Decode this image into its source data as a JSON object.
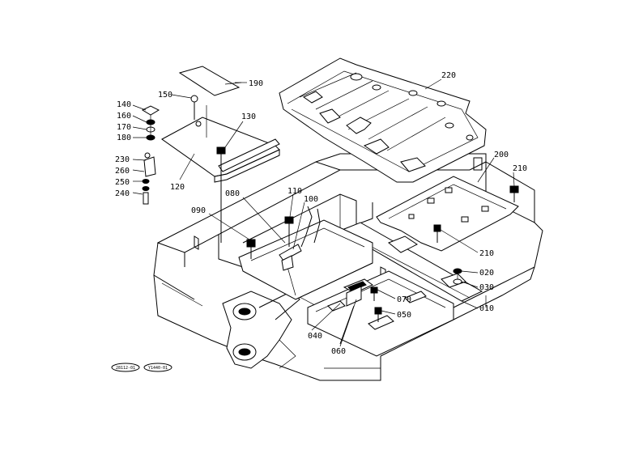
{
  "diagram": {
    "labels": {
      "p190": "190",
      "p150": "150",
      "p140": "140",
      "p160": "160",
      "p170": "170",
      "p180": "180",
      "p130": "130",
      "p120": "120",
      "p230": "230",
      "p260": "260",
      "p250": "250",
      "p240": "240",
      "p220": "220",
      "p200": "200",
      "p210a": "210",
      "p210b": "210",
      "p080": "080",
      "p110": "110",
      "p100": "100",
      "p090": "090",
      "p020": "020",
      "p030": "030",
      "p010": "010",
      "p070": "070",
      "p050": "050",
      "p040": "040",
      "p060": "060"
    },
    "stamps": {
      "left": "28112-01",
      "right": "Y1440-01"
    }
  }
}
